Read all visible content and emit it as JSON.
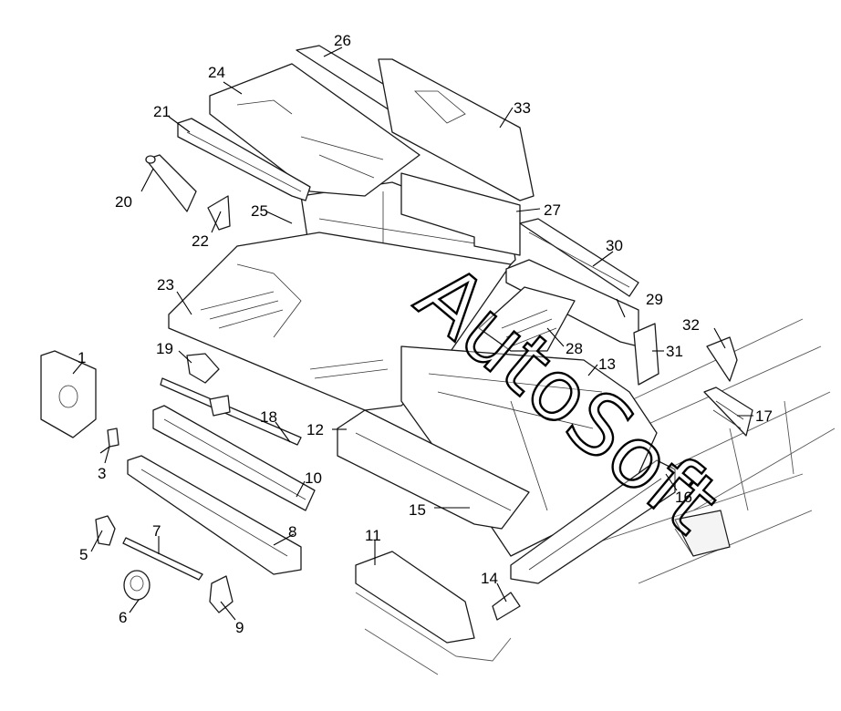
{
  "watermark": "AutoSoft",
  "callouts": [
    {
      "id": "1"
    },
    {
      "id": "3"
    },
    {
      "id": "5"
    },
    {
      "id": "6"
    },
    {
      "id": "7"
    },
    {
      "id": "8"
    },
    {
      "id": "9"
    },
    {
      "id": "10"
    },
    {
      "id": "11"
    },
    {
      "id": "12"
    },
    {
      "id": "13"
    },
    {
      "id": "14"
    },
    {
      "id": "15"
    },
    {
      "id": "16"
    },
    {
      "id": "17"
    },
    {
      "id": "18"
    },
    {
      "id": "19"
    },
    {
      "id": "20"
    },
    {
      "id": "21"
    },
    {
      "id": "22"
    },
    {
      "id": "23"
    },
    {
      "id": "24"
    },
    {
      "id": "25"
    },
    {
      "id": "26"
    },
    {
      "id": "27"
    },
    {
      "id": "28"
    },
    {
      "id": "29"
    },
    {
      "id": "30"
    },
    {
      "id": "31"
    },
    {
      "id": "32"
    },
    {
      "id": "33"
    }
  ],
  "colors": {
    "line": "#1a1a1a",
    "background": "#ffffff"
  }
}
